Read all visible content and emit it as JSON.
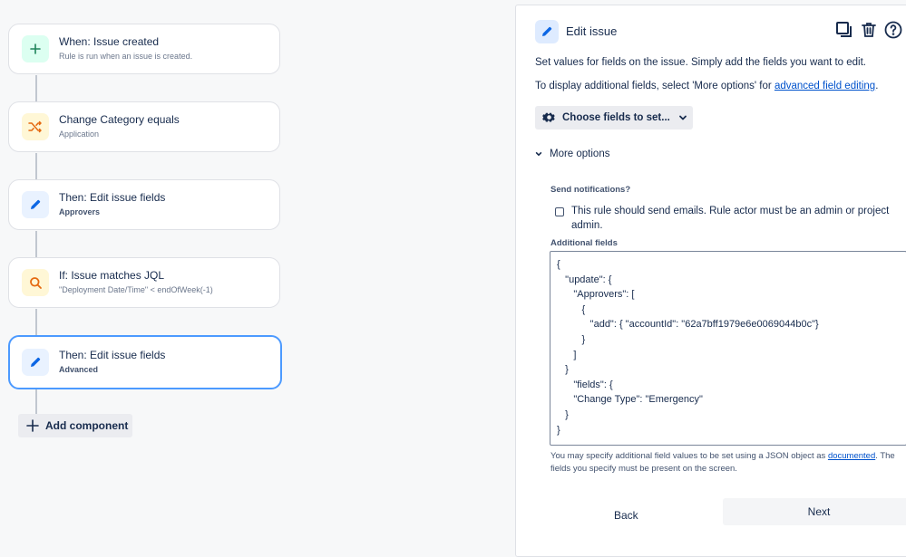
{
  "workflow": {
    "nodes": [
      {
        "title": "When: Issue created",
        "subtitle": "Rule is run when an issue is created."
      },
      {
        "title": "Change Category equals",
        "subtitle": "Application"
      },
      {
        "title": "Then: Edit issue fields",
        "subtitle": "Approvers"
      },
      {
        "title": "If: Issue matches JQL",
        "subtitle": "\"Deployment Date/Time\" < endOfWeek(-1)"
      },
      {
        "title": "Then: Edit issue fields",
        "subtitle": "Advanced"
      }
    ],
    "add_component_label": "Add component"
  },
  "panel": {
    "title": "Edit issue",
    "description": "Set values for fields on the issue. Simply add the fields you want to edit.",
    "more_fields_text": "To display additional fields, select 'More options' for",
    "more_fields_link": "advanced field editing",
    "more_fields_end": ".",
    "choose_fields_label": "Choose fields to set...",
    "more_options_label": "More options",
    "send_notifications_label": "Send notifications?",
    "send_notifications_checkbox_label": "This rule should send emails. Rule actor must be an admin or project admin.",
    "send_notifications_checked": false,
    "additional_fields_label": "Additional fields",
    "additional_fields_value": "{\n   \"update\": {\n      \"Approvers\": [\n         {\n            \"add\": { \"accountId\": \"62a7bff1979e6e0069044b0c\"}\n         }\n      ]\n   }\n      \"fields\": {\n      \"Change Type\": \"Emergency\"\n   }\n}",
    "help_text_prefix": "You may specify additional field values to be set using a JSON object as",
    "help_text_link": "documented",
    "help_text_suffix": ". The fields you specify must be present on the screen.",
    "back_label": "Back",
    "next_label": "Next"
  },
  "colors": {
    "accent": "#0c66e4",
    "trigger_icon_bg": "#dcfff1",
    "condition_icon_bg": "#fff7d6",
    "action_icon_bg": "#e9f2ff",
    "selected_border": "#4c9aff"
  }
}
